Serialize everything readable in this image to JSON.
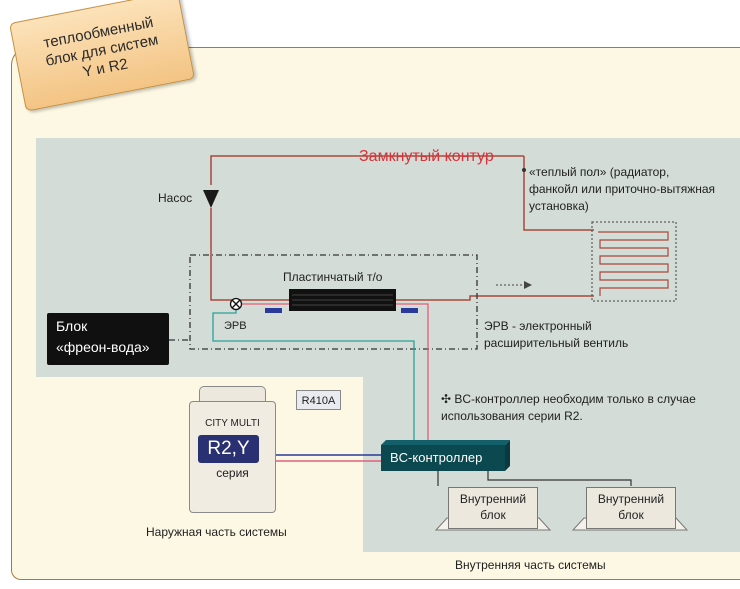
{
  "tag": {
    "text": "теплообменный\nблок для систем\nY и R2"
  },
  "closed_loop": "Замкнутый контур",
  "warm_floor": "«теплый пол» (радиатор, фанкойл или приточно-вытяжная установка)",
  "pump": "Насос",
  "plate_hx": "Пластинчатый т/о",
  "erv": "ЭРВ",
  "erv_note": "ЭРВ - электронный расширительный вентиль",
  "block_fv": {
    "line1": "Блок",
    "line2": "«фреон-вода»"
  },
  "bc_note": "✣ BC-контроллер необходим только в случае использования  серии R2.",
  "r410a": "R410A",
  "outdoor": {
    "brand": "CITY MULTI",
    "model": "R2,Y",
    "series": "серия",
    "caption": "Наружная часть системы"
  },
  "bc_controller": "BC-контроллер",
  "indoor_units": [
    {
      "label": "Внутренний блок"
    },
    {
      "label": "Внутренний блок"
    }
  ],
  "indoor_caption": "Внутренняя часть системы",
  "colors": {
    "water_pipe": "#a84a3a",
    "refrigerant_red": "#e0607a",
    "refrigerant_teal": "#2aa198",
    "gas_blue": "#2a3a9a",
    "bc": "#0c4850",
    "accent_red": "#d8323a"
  }
}
